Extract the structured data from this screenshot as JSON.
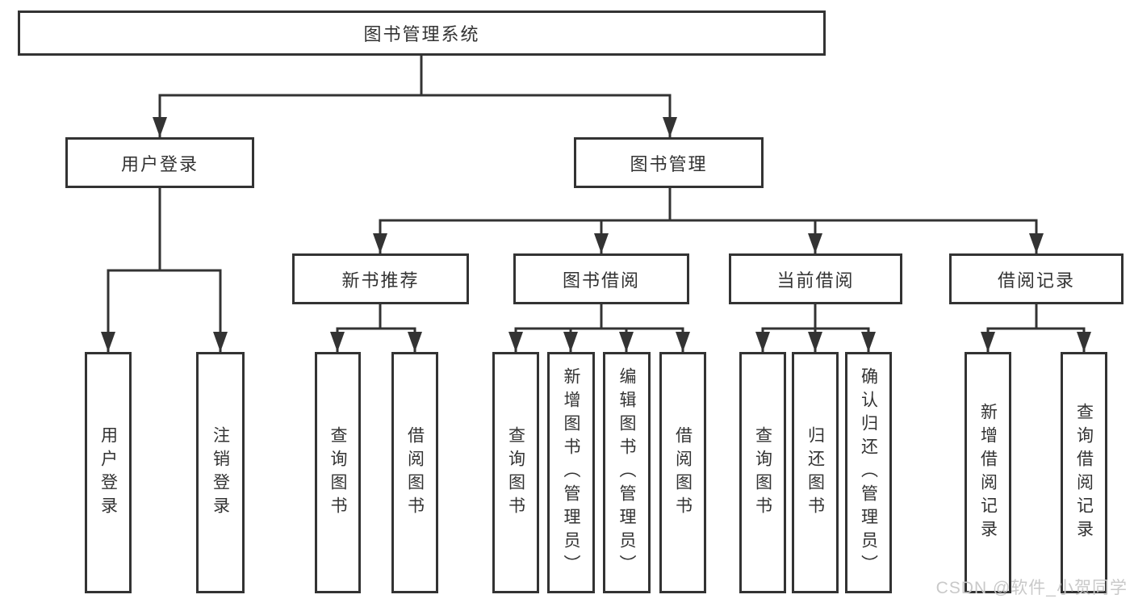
{
  "diagram_type": "hierarchy-tree",
  "colors": {
    "line": "#333333",
    "border": "#333333",
    "text": "#333333",
    "background": "#ffffff",
    "watermark": "#c9c9c9"
  },
  "tree": {
    "label": "图书管理系统",
    "children": [
      {
        "label": "用户登录",
        "children": [
          {
            "label": "用户登录"
          },
          {
            "label": "注销登录"
          }
        ]
      },
      {
        "label": "图书管理",
        "children": [
          {
            "label": "新书推荐",
            "children": [
              {
                "label": "查询图书"
              },
              {
                "label": "借阅图书"
              }
            ]
          },
          {
            "label": "图书借阅",
            "children": [
              {
                "label": "查询图书"
              },
              {
                "label": "新增图书（管理员）"
              },
              {
                "label": "编辑图书（管理员）"
              },
              {
                "label": "借阅图书"
              }
            ]
          },
          {
            "label": "当前借阅",
            "children": [
              {
                "label": "查询图书"
              },
              {
                "label": "归还图书"
              },
              {
                "label": "确认归还（管理员）"
              }
            ]
          },
          {
            "label": "借阅记录",
            "children": [
              {
                "label": "新增借阅记录"
              },
              {
                "label": "查询借阅记录"
              }
            ]
          }
        ]
      }
    ]
  },
  "watermark": "CSDN @软件_小贺同学"
}
